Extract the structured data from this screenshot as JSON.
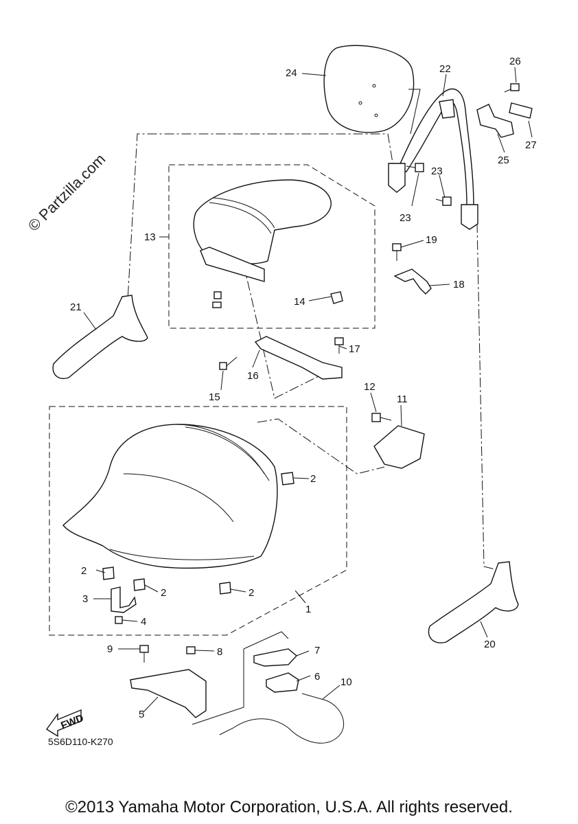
{
  "watermark": "© Partzilla.com",
  "diagram_code": "5S6D110-K270",
  "fwd_label": "FWD",
  "copyright": "©2013 Yamaha Motor Corporation, U.S.A. All rights reserved.",
  "callouts": {
    "c1": "1",
    "c2a": "2",
    "c2b": "2",
    "c2c": "2",
    "c2d": "2",
    "c3": "3",
    "c4": "4",
    "c5": "5",
    "c6": "6",
    "c7": "7",
    "c8": "8",
    "c9": "9",
    "c10": "10",
    "c11": "11",
    "c12": "12",
    "c13": "13",
    "c14": "14",
    "c15": "15",
    "c16": "16",
    "c17": "17",
    "c18": "18",
    "c19": "19",
    "c20": "20",
    "c21": "21",
    "c22": "22",
    "c23a": "23",
    "c23b": "23",
    "c24": "24",
    "c25": "25",
    "c26": "26",
    "c27": "27"
  }
}
